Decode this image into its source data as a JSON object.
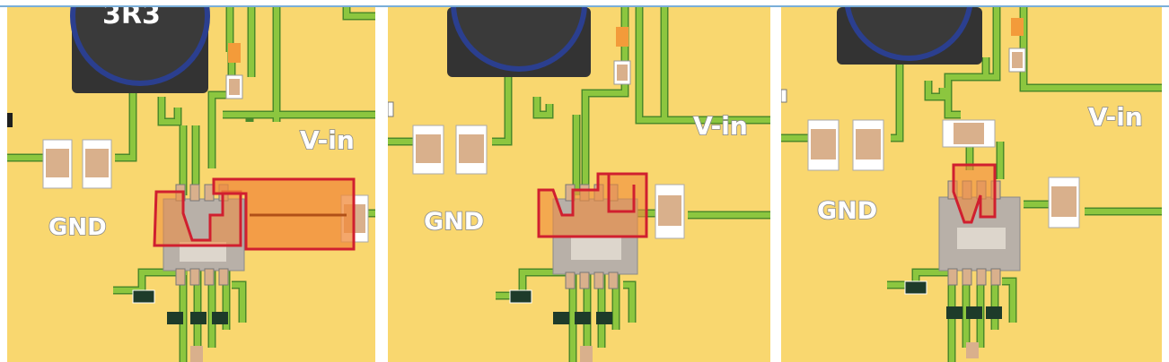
{
  "panels": [
    {
      "gnd_label": "GND",
      "vin_label": "V-in",
      "inductor_label": "3R3"
    },
    {
      "gnd_label": "GND",
      "vin_label": "V-in",
      "inductor_label": ""
    },
    {
      "gnd_label": "GND",
      "vin_label": "V-in",
      "inductor_label": ""
    }
  ],
  "colors": {
    "board": "#f9d76f",
    "trace": "#8cc63f",
    "trace_edge": "#4a8a2a",
    "pad": "#d9b08c",
    "inductor_body": "#333333",
    "inductor_ring": "#2b3f8f",
    "highlight_fill": "#f08a3a",
    "highlight_stroke": "#d01f2f",
    "divider": "#ffffff",
    "frame": "#7aaed8"
  }
}
